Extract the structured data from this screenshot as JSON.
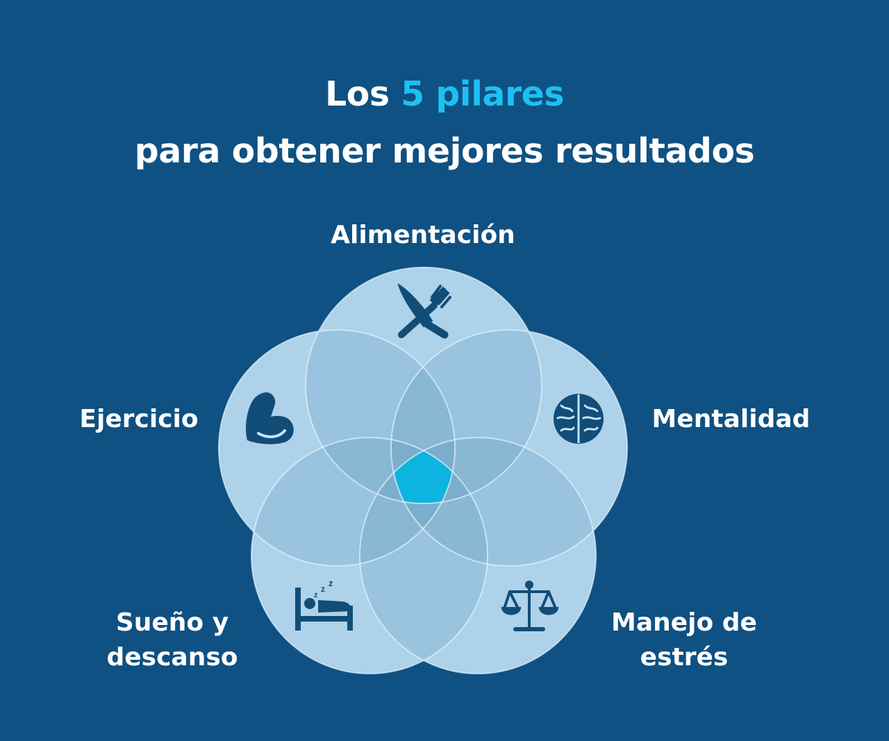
{
  "title": {
    "prefix": "Los ",
    "accent": "5 pilares",
    "line2": "para obtener mejores resultados"
  },
  "pillars": [
    {
      "label": "Alimentación",
      "icon": "fork-knife-icon"
    },
    {
      "label": "Mentalidad",
      "icon": "brain-icon"
    },
    {
      "label_line1": "Manejo de",
      "label_line2": "estrés",
      "icon": "scale-icon"
    },
    {
      "label_line1": "Sueño y",
      "label_line2": "descanso",
      "icon": "bed-sleep-icon"
    },
    {
      "label": "Ejercicio",
      "icon": "flexed-arm-icon"
    }
  ],
  "colors": {
    "background": "#0f5182",
    "circle_fill": "#c4e4f8",
    "overlap_tint": "#3e7aa8",
    "center": "#0db4e0",
    "icon": "#124d78",
    "accent": "#1ec0f2"
  }
}
